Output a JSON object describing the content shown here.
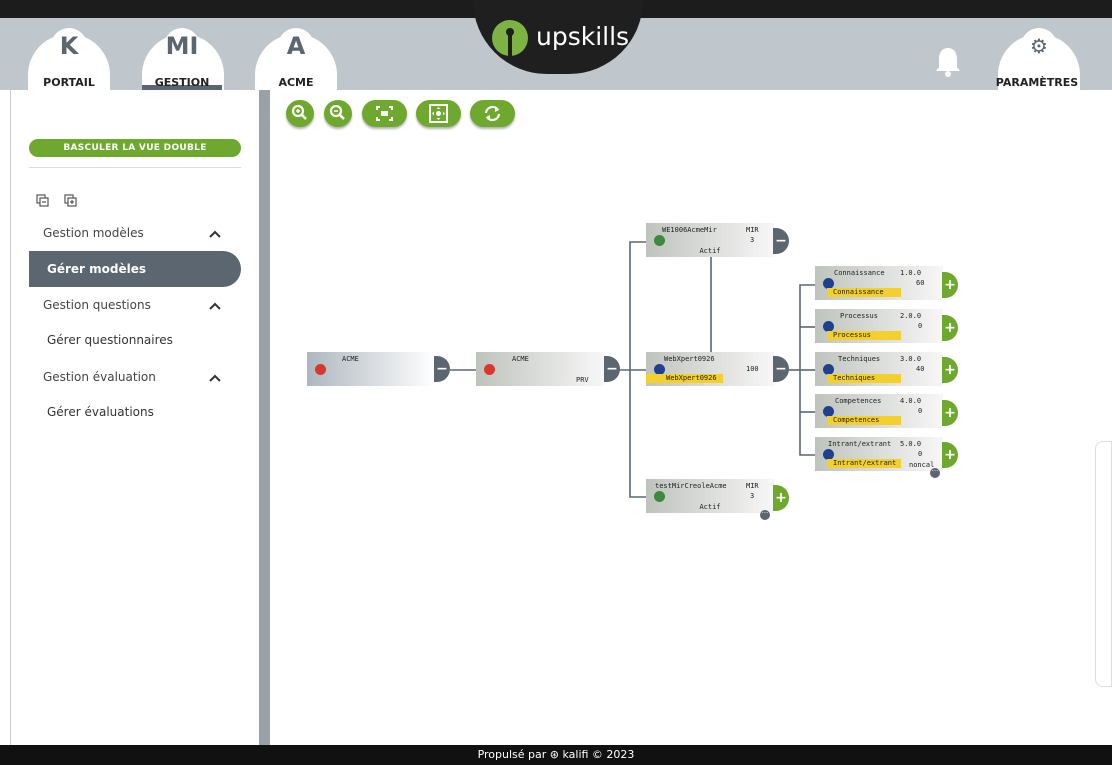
{
  "header": {
    "tabs": [
      {
        "letter": "K",
        "label": "PORTAIL"
      },
      {
        "letter": "MI",
        "label": "GESTION"
      },
      {
        "letter": "A",
        "label": "ACME"
      }
    ],
    "logo_text": "upskills",
    "settings_label": "PARAMÈTRES"
  },
  "sidebar": {
    "toggle_label": "BASCULER LA VUE DOUBLE",
    "groups": [
      {
        "title": "Gestion modèles",
        "item": "Gérer modèles"
      },
      {
        "title": "Gestion questions",
        "item": "Gérer questionnaires"
      },
      {
        "title": "Gestion évaluation",
        "item": "Gérer évaluations"
      }
    ]
  },
  "tree": {
    "root": {
      "title": "ACME"
    },
    "acme_prv": {
      "title": "ACME",
      "sub": "PRV"
    },
    "we1006": {
      "title": "WE1006AcmeMir",
      "code": "MIR",
      "num": "3",
      "status": "Actif"
    },
    "webxpert": {
      "title": "WebXpert0926",
      "num": "100",
      "tag": "WebXpert0926"
    },
    "testmir": {
      "title": "testMirCreoleAcme",
      "code": "MIR",
      "num": "3",
      "status": "Actif"
    },
    "children": [
      {
        "title": "Connaissance",
        "version": "1.0.0",
        "num": "60",
        "tag": "Connaissance"
      },
      {
        "title": "Processus",
        "version": "2.0.0",
        "num": "0",
        "tag": "Processus"
      },
      {
        "title": "Techniques",
        "version": "3.0.0",
        "num": "40",
        "tag": "Techniques"
      },
      {
        "title": "Competences",
        "version": "4.0.0",
        "num": "0",
        "tag": "Competences"
      },
      {
        "title": "Intrant/extrant",
        "version": "5.0.0",
        "num": "0",
        "tag": "Intrant/extrant",
        "extra": "noncal"
      }
    ]
  },
  "footer": {
    "text": "Propulsé par ⊛ kalifi © 2023"
  },
  "colors": {
    "accent": "#6fa82f",
    "dark": "#5b6670",
    "header": "#bfc6cc"
  }
}
